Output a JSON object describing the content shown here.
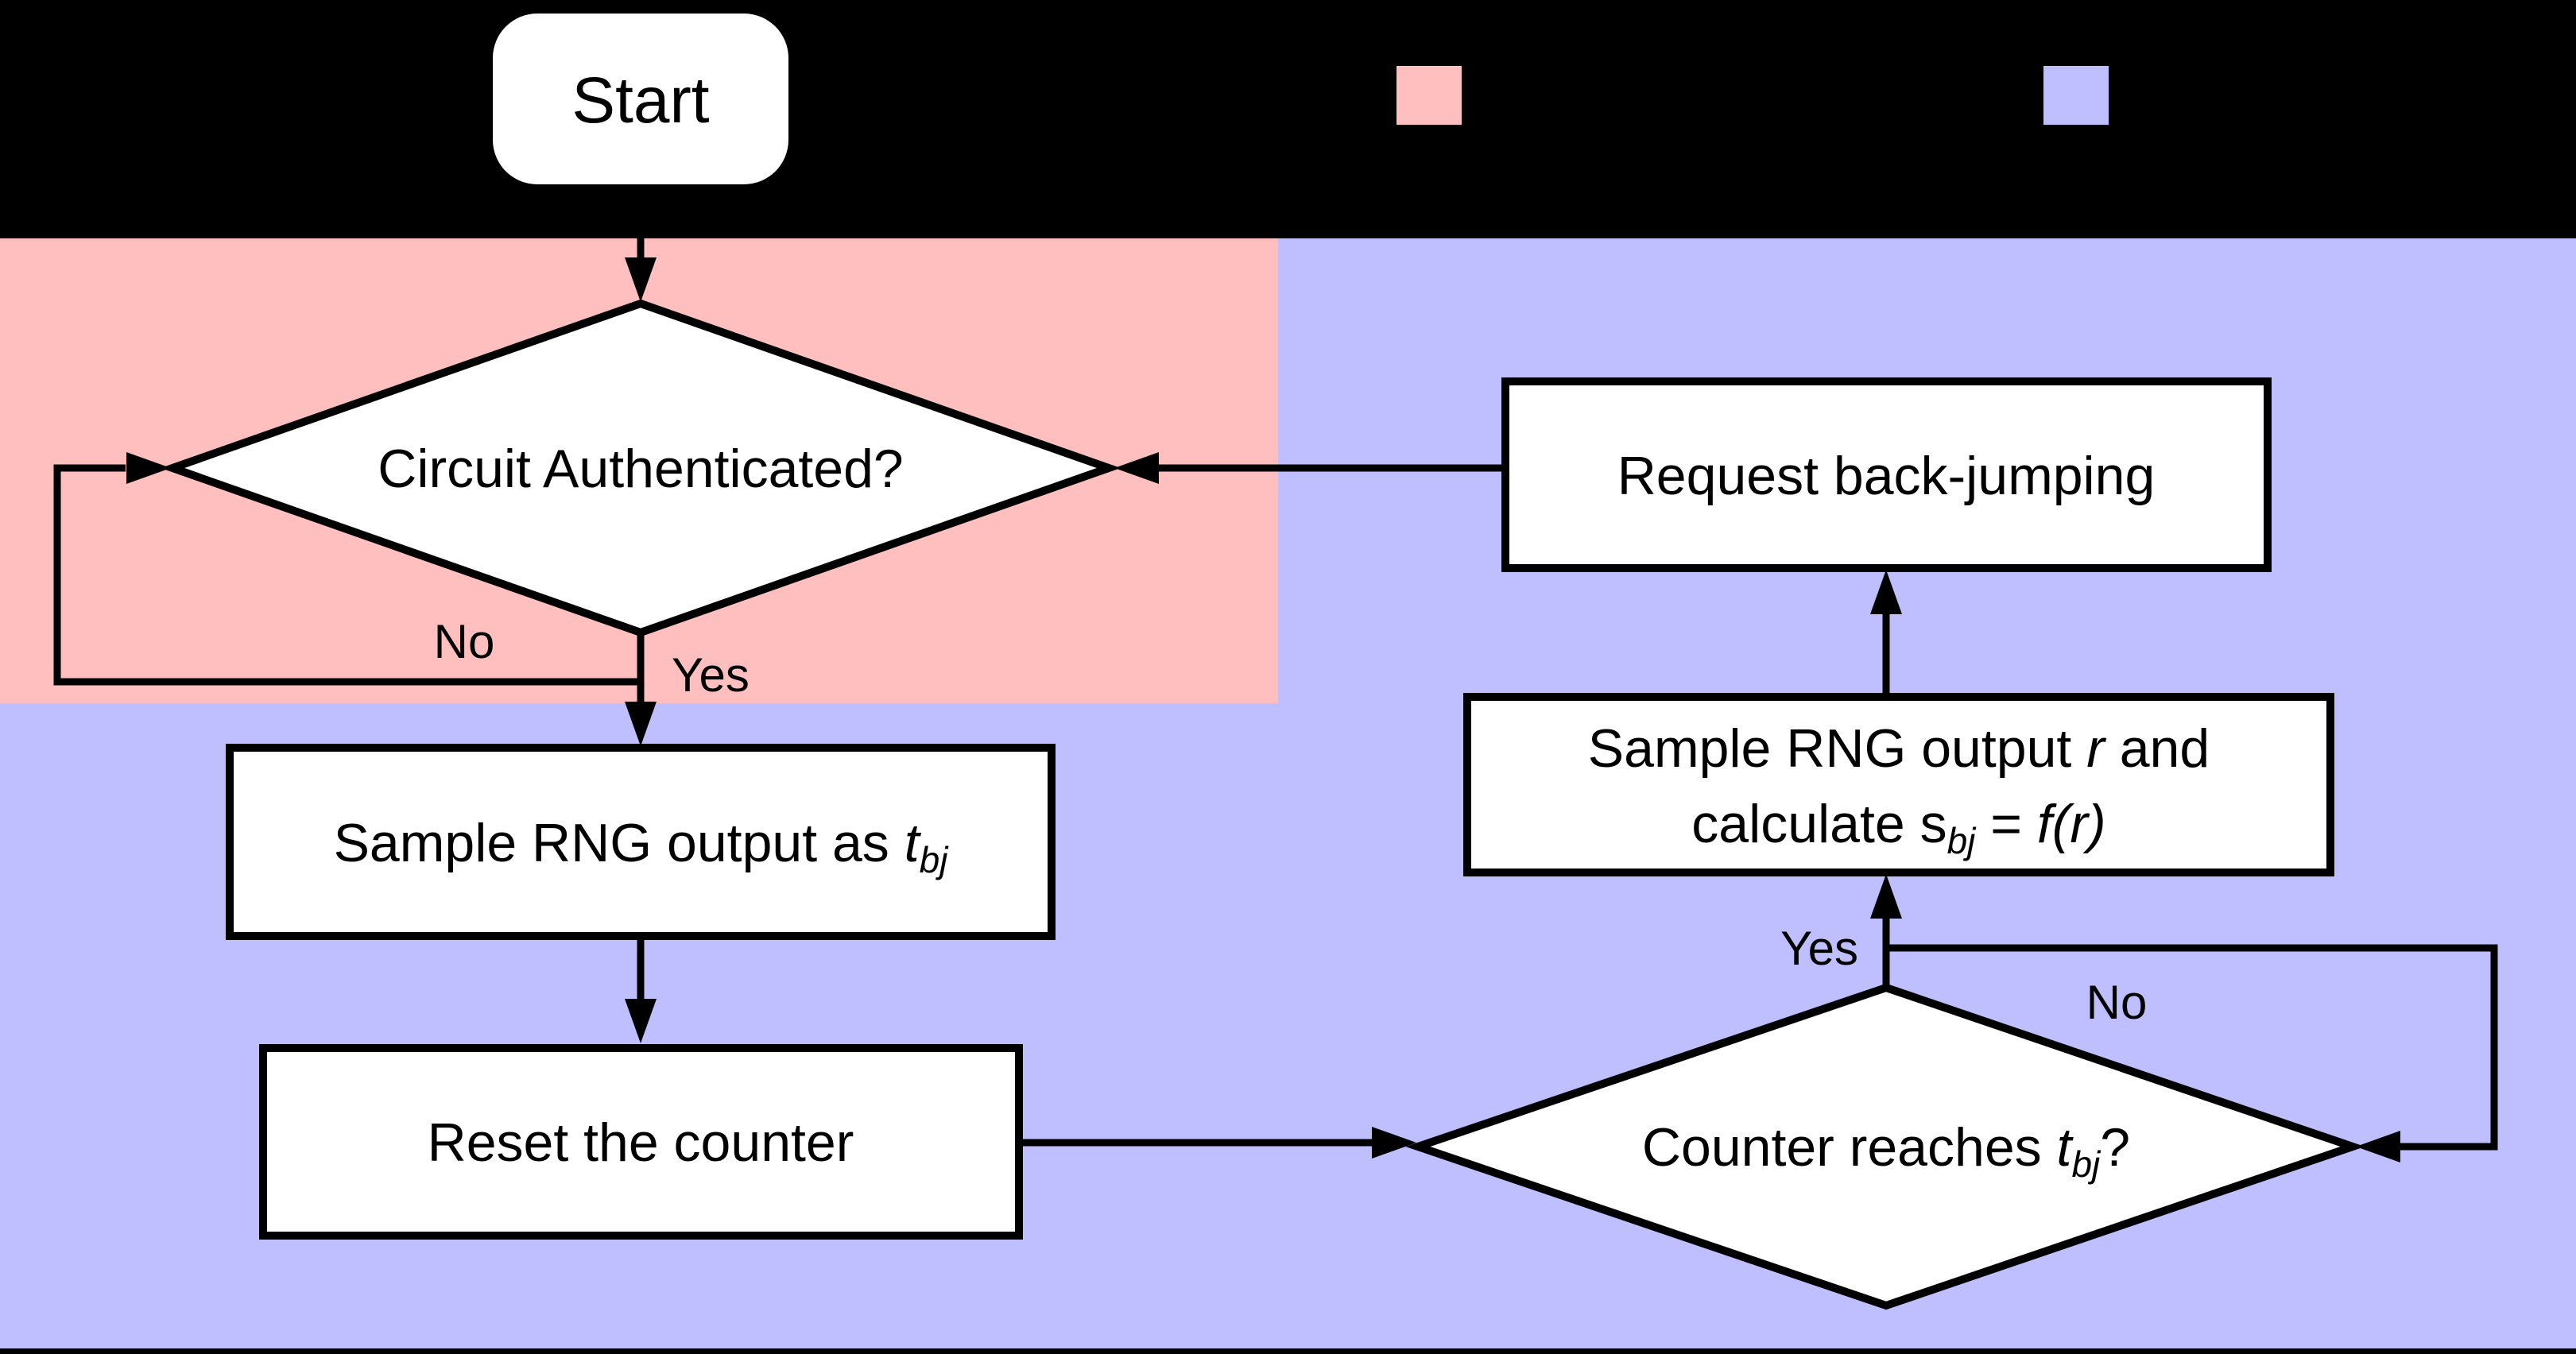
{
  "canvas": {
    "background": "#000000"
  },
  "regions": {
    "authenticate": {
      "color": "#ffbfbf"
    },
    "backjump": {
      "color": "#bfbfff"
    }
  },
  "legend": {
    "swatches": [
      {
        "id": "pink-swatch",
        "color": "#ffbfbf"
      },
      {
        "id": "purple-swatch",
        "color": "#bfbfff"
      }
    ]
  },
  "nodes": {
    "start": {
      "label": "Start"
    },
    "circuit_decision": {
      "label": "Circuit Authenticated?"
    },
    "sample_tbj": {
      "prefix": "Sample RNG output as ",
      "var": "t",
      "sub": "bj"
    },
    "reset_counter": {
      "label": "Reset the counter"
    },
    "counter_decision": {
      "prefix": "Counter reaches ",
      "var": "t",
      "sub": "bj",
      "suffix": "?"
    },
    "sample_r": {
      "line1_prefix": "Sample RNG output ",
      "line1_var": "r",
      "line1_suffix": " and",
      "line2_prefix": "calculate ",
      "line2_var": "s",
      "line2_sub": "bj",
      "line2_eq": " = ",
      "line2_fn": "f(r)"
    },
    "request_backjump": {
      "label": "Request back-jumping"
    }
  },
  "edges": {
    "circuit_no": "No",
    "circuit_yes": "Yes",
    "counter_yes": "Yes",
    "counter_no": "No"
  }
}
